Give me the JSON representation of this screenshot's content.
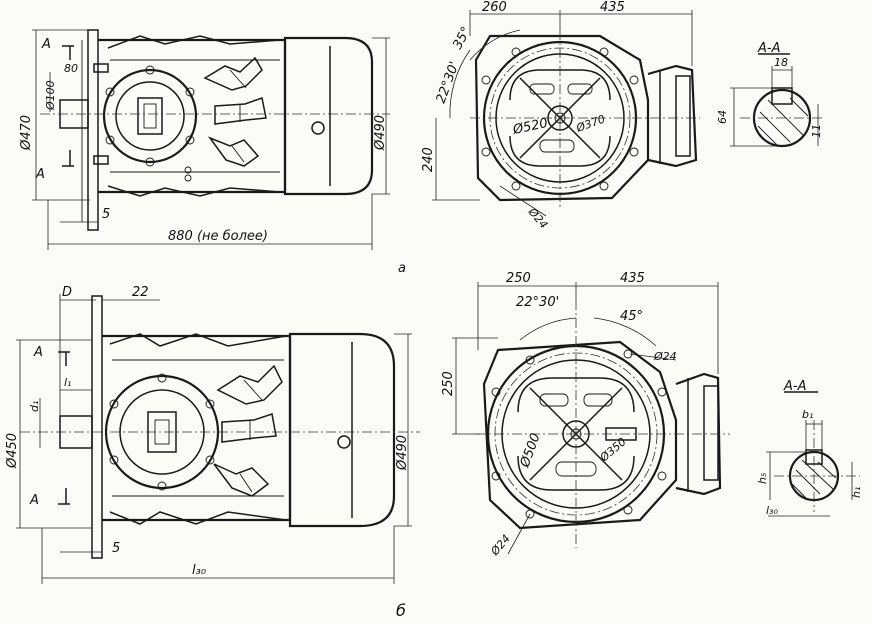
{
  "labels": {
    "section_a_top": "A",
    "section_a_bot": "A",
    "section_a_top2": "A",
    "section_a_bot2": "A",
    "view_a_letter": "a",
    "view_b_letter": "б",
    "sec_title_1": "А-А",
    "sec_title_2": "А-А"
  },
  "dims_view_a": {
    "d470": "Ø470",
    "d490": "Ø490",
    "d80": "80",
    "d100": "Ø100",
    "d5": "5",
    "d880": "880 (не более)",
    "d260": "260",
    "d435": "435",
    "d240": "240",
    "a35": "35°",
    "a2230": "22°30'",
    "d520": "Ø520",
    "d370": "Ø370",
    "d24": "Ø24",
    "sec_18": "18",
    "sec_64": "64",
    "sec_11": "11"
  },
  "dims_view_b": {
    "dD": "D",
    "d22": "22",
    "dl1": "l₁",
    "dd1": "d₁",
    "d450": "Ø450",
    "d490": "Ø490",
    "d5": "5",
    "l30": "l₃₀",
    "d250": "250",
    "d435": "435",
    "d250v": "250",
    "a2230": "22°30'",
    "a45": "45°",
    "d24a": "Ø24",
    "d500": "Ø500",
    "d350": "Ø350",
    "d24b": "Ø24",
    "sec_b1": "b₁",
    "sec_h5": "h₅",
    "sec_h1": "h₁",
    "sec_l30": "l₃₀"
  }
}
